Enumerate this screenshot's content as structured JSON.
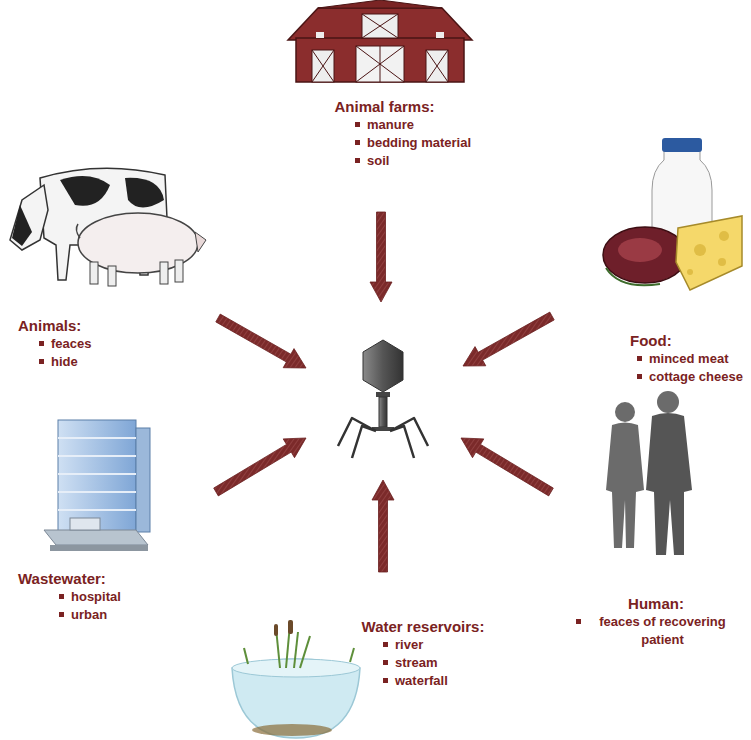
{
  "diagram": {
    "nodes": [
      {
        "text": [
          "Animal farms:",
          "manure",
          "bedding material",
          "soil"
        ]
      },
      {
        "text": [
          "Animals:",
          "feaces",
          "hide"
        ]
      },
      {
        "text": [
          "Food:",
          "minced meat",
          "cottage cheese"
        ]
      },
      {
        "text": [
          "Wastewater:",
          "hospital",
          "urban"
        ]
      },
      {
        "text": [
          "Human:",
          "feaces of recovering patient"
        ]
      },
      {
        "text": [
          "Water reservoirs:",
          "river",
          "stream",
          "waterfall"
        ]
      }
    ]
  }
}
